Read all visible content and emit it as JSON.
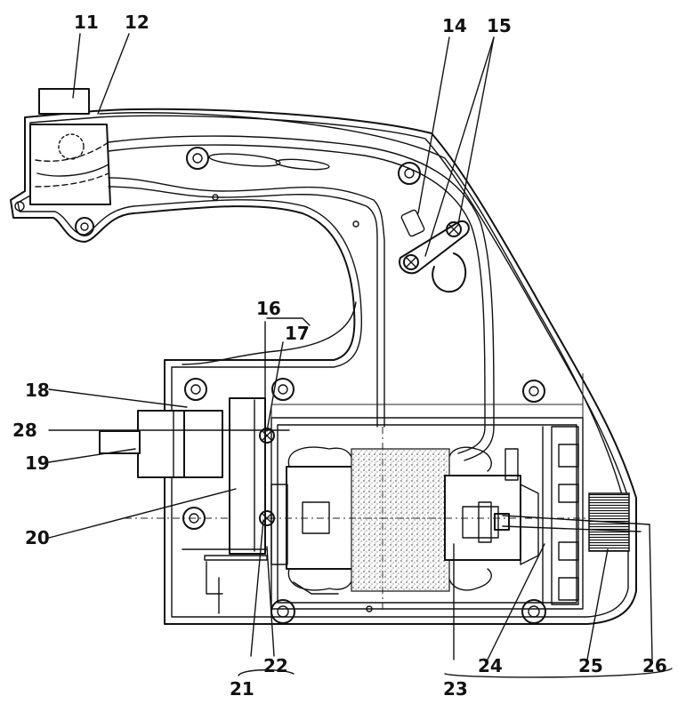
{
  "callouts": [
    {
      "id": "11",
      "text": "11"
    },
    {
      "id": "12",
      "text": "12"
    },
    {
      "id": "14",
      "text": "14"
    },
    {
      "id": "15",
      "text": "15"
    },
    {
      "id": "16",
      "text": "16"
    },
    {
      "id": "17",
      "text": "17"
    },
    {
      "id": "18",
      "text": "18"
    },
    {
      "id": "28",
      "text": "28"
    },
    {
      "id": "19",
      "text": "19"
    },
    {
      "id": "20",
      "text": "20"
    },
    {
      "id": "21",
      "text": "21"
    },
    {
      "id": "22",
      "text": "22"
    },
    {
      "id": "23",
      "text": "23"
    },
    {
      "id": "24",
      "text": "24"
    },
    {
      "id": "25",
      "text": "25"
    },
    {
      "id": "26",
      "text": "26"
    }
  ]
}
